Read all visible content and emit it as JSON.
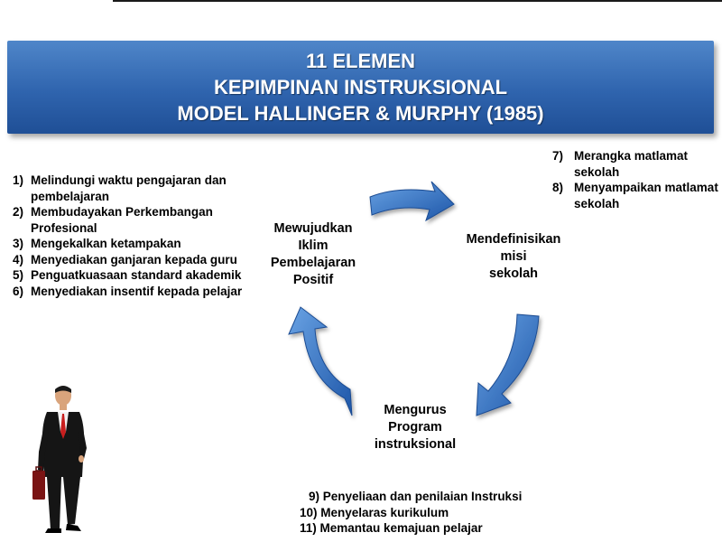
{
  "title": {
    "line1": "11 ELEMEN",
    "line2": "KEPIMPINAN INSTRUKSIONAL",
    "line3": "MODEL HALLINGER & MURPHY (1985)"
  },
  "left_list": [
    {
      "num": "1)",
      "text": "Melindungi waktu  pengajaran dan pembelajaran"
    },
    {
      "num": "2)",
      "text": "Membudayakan Perkembangan Profesional"
    },
    {
      "num": "3)",
      "text": "Mengekalkan ketampakan"
    },
    {
      "num": "4)",
      "text": "Menyediakan ganjaran kepada guru"
    },
    {
      "num": "5)",
      "text": "Penguatkuasaan standard akademik"
    },
    {
      "num": "6)",
      "text": "Menyediakan insentif kepada pelajar"
    }
  ],
  "right_list": [
    {
      "num": "7)",
      "text": "Merangka matlamat sekolah"
    },
    {
      "num": "8)",
      "text": "Menyampaikan matlamat sekolah"
    }
  ],
  "bottom_list": [
    "9) Penyeliaan dan penilaian Instruksi",
    "10) Menyelaras kurikulum",
    "11) Memantau kemajuan pelajar"
  ],
  "cycle": {
    "iklim": [
      "Mewujudkan",
      "Iklim",
      "Pembelajaran",
      "Positif"
    ],
    "misi": [
      "Mendefinisikan",
      "misi",
      "sekolah"
    ],
    "program": [
      "Mengurus",
      "Program",
      "instruksional"
    ]
  },
  "colors": {
    "banner": "#2f64ae",
    "arrow": "#2d6cc0",
    "arrow_light": "#6aa3e4",
    "suit": "#151515",
    "tie": "#c81e1e",
    "briefcase": "#7a1414"
  },
  "icons": [
    "businessman-figure",
    "cycle-arrow"
  ]
}
